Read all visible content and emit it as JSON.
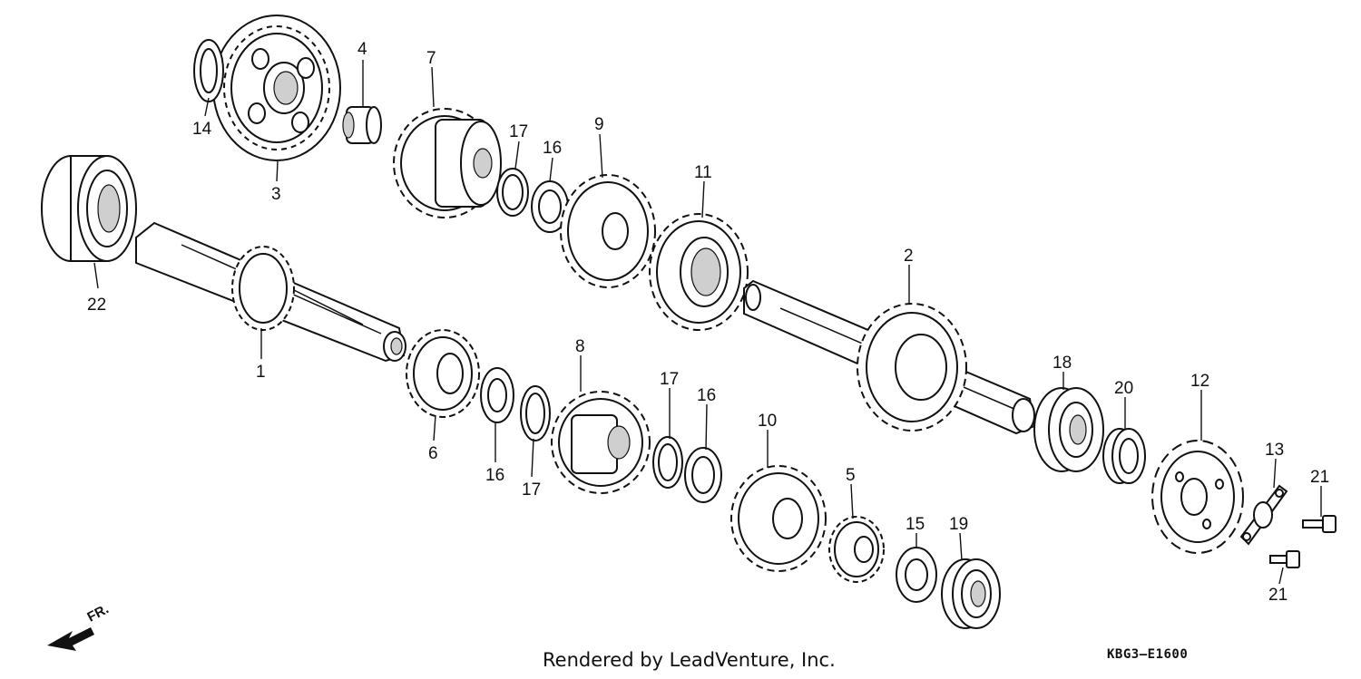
{
  "diagram": {
    "credit": "Rendered by LeadVenture, Inc.",
    "code": "KBG3–E1600",
    "direction_label": "FR.",
    "callouts": [
      {
        "id": "c14",
        "text": "14"
      },
      {
        "id": "c4",
        "text": "4"
      },
      {
        "id": "c3",
        "text": "3"
      },
      {
        "id": "c7",
        "text": "7"
      },
      {
        "id": "c17a",
        "text": "17"
      },
      {
        "id": "c16a",
        "text": "16"
      },
      {
        "id": "c9",
        "text": "9"
      },
      {
        "id": "c11",
        "text": "11"
      },
      {
        "id": "c22",
        "text": "22"
      },
      {
        "id": "c1",
        "text": "1"
      },
      {
        "id": "c2",
        "text": "2"
      },
      {
        "id": "c8",
        "text": "8"
      },
      {
        "id": "c17b",
        "text": "17"
      },
      {
        "id": "c16b",
        "text": "16"
      },
      {
        "id": "c6",
        "text": "6"
      },
      {
        "id": "c16c",
        "text": "16"
      },
      {
        "id": "c17c",
        "text": "17"
      },
      {
        "id": "c10",
        "text": "10"
      },
      {
        "id": "c18",
        "text": "18"
      },
      {
        "id": "c20",
        "text": "20"
      },
      {
        "id": "c12",
        "text": "12"
      },
      {
        "id": "c13",
        "text": "13"
      },
      {
        "id": "c21a",
        "text": "21"
      },
      {
        "id": "c21b",
        "text": "21"
      },
      {
        "id": "c5",
        "text": "5"
      },
      {
        "id": "c15",
        "text": "15"
      },
      {
        "id": "c19",
        "text": "19"
      }
    ]
  }
}
